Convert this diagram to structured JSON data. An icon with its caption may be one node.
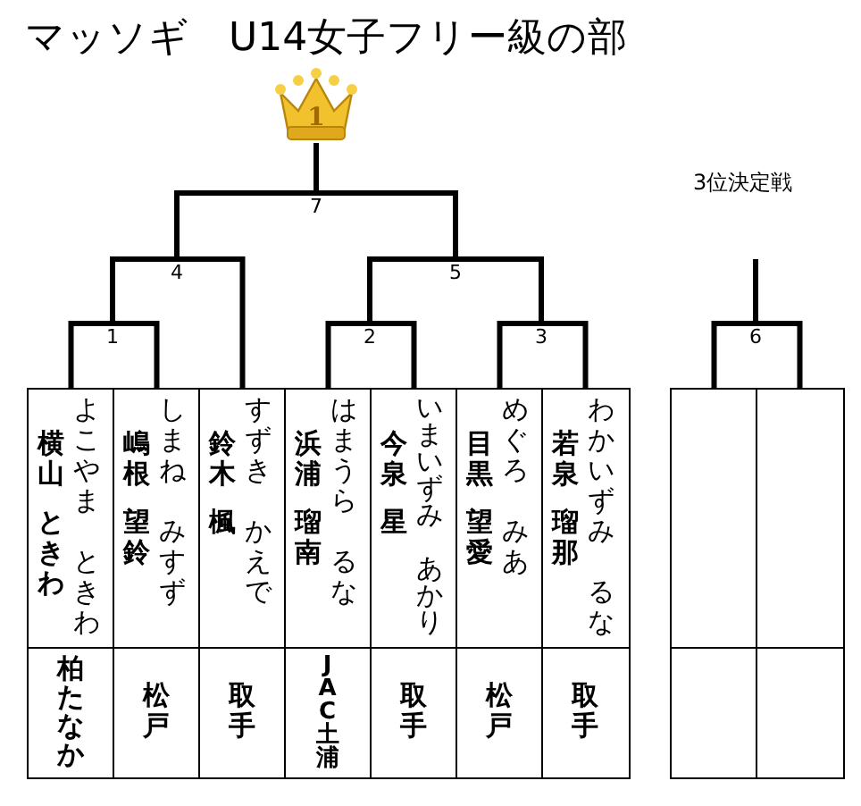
{
  "diagram": {
    "title": "マッソギ　U14女子フリー級の部",
    "nodes": [
      {
        "text": [
          "1"
        ]
      },
      {
        "text": [
          "7"
        ]
      },
      {
        "text": [
          "4"
        ]
      },
      {
        "text": [
          "5"
        ]
      },
      {
        "text": [
          "1"
        ]
      },
      {
        "text": [
          "2"
        ]
      },
      {
        "text": [
          "3"
        ]
      },
      {
        "text": [
          "6"
        ]
      },
      {
        "text": [
          "横山",
          "ときわ",
          "よこやま",
          "ときわ"
        ]
      },
      {
        "text": [
          "嶋根",
          "望鈴",
          "しまね",
          "みすず"
        ]
      },
      {
        "text": [
          "鈴木",
          "楓",
          "すずき",
          "かえで"
        ]
      },
      {
        "text": [
          "浜浦",
          "瑠南",
          "はまうら",
          "るな"
        ]
      },
      {
        "text": [
          "今泉",
          "星",
          "いまいずみ",
          "あかり"
        ]
      },
      {
        "text": [
          "目黒",
          "望愛",
          "めぐろ",
          "みあ"
        ]
      },
      {
        "text": [
          "若泉",
          "瑠那",
          "わかいずみ",
          "るな"
        ]
      },
      {
        "text": [],
        "shape": "box"
      },
      {
        "text": [],
        "shape": "box"
      },
      {
        "text": [
          "柏たなか"
        ]
      },
      {
        "text": [
          "松戸"
        ]
      },
      {
        "text": [
          "取手"
        ]
      },
      {
        "text": [
          "JAC土浦"
        ]
      },
      {
        "text": [
          "取手"
        ]
      },
      {
        "text": [
          "松戸"
        ]
      },
      {
        "text": [
          "取手"
        ]
      },
      {
        "text": [],
        "shape": "box"
      },
      {
        "text": [],
        "shape": "box"
      }
    ],
    "edges": [
      {
        "from": 8,
        "to": 4,
        "arrow": "none"
      },
      {
        "from": 9,
        "to": 4,
        "arrow": "none"
      },
      {
        "from": 10,
        "to": 2,
        "arrow": "none"
      },
      {
        "from": 11,
        "to": 5,
        "arrow": "none"
      },
      {
        "from": 12,
        "to": 5,
        "arrow": "none"
      },
      {
        "from": 13,
        "to": 6,
        "arrow": "none"
      },
      {
        "from": 14,
        "to": 6,
        "arrow": "none"
      },
      {
        "from": 15,
        "to": 7,
        "arrow": "none"
      },
      {
        "from": 16,
        "to": 7,
        "arrow": "none"
      },
      {
        "from": 4,
        "to": 2,
        "arrow": "none"
      },
      {
        "from": 2,
        "to": 1,
        "arrow": "none"
      },
      {
        "from": 5,
        "to": 3,
        "arrow": "none"
      },
      {
        "from": 6,
        "to": 3,
        "arrow": "none"
      },
      {
        "from": 3,
        "to": 1,
        "arrow": "none"
      },
      {
        "from": 1,
        "to": 0,
        "arrow": "none"
      },
      {
        "from": 7,
        "to": null,
        "arrow": "none"
      }
    ],
    "labels": [
      "3位決定戦"
    ]
  }
}
